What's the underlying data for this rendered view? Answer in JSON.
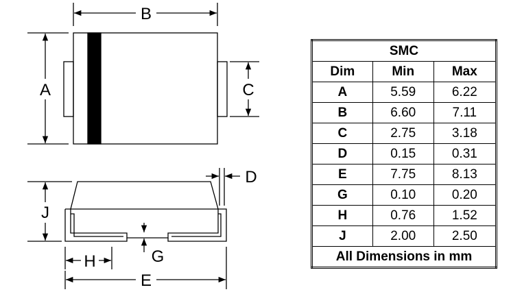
{
  "drawing": {
    "labels": {
      "A": "A",
      "B": "B",
      "C": "C",
      "D": "D",
      "E": "E",
      "G": "G",
      "H": "H",
      "J": "J"
    }
  },
  "table": {
    "title": "SMC",
    "headers": [
      "Dim",
      "Min",
      "Max"
    ],
    "rows": [
      {
        "dim": "A",
        "min": "5.59",
        "max": "6.22"
      },
      {
        "dim": "B",
        "min": "6.60",
        "max": "7.11"
      },
      {
        "dim": "C",
        "min": "2.75",
        "max": "3.18"
      },
      {
        "dim": "D",
        "min": "0.15",
        "max": "0.31"
      },
      {
        "dim": "E",
        "min": "7.75",
        "max": "8.13"
      },
      {
        "dim": "G",
        "min": "0.10",
        "max": "0.20"
      },
      {
        "dim": "H",
        "min": "0.76",
        "max": "1.52"
      },
      {
        "dim": "J",
        "min": "2.00",
        "max": "2.50"
      }
    ],
    "footer": "All Dimensions in mm"
  }
}
